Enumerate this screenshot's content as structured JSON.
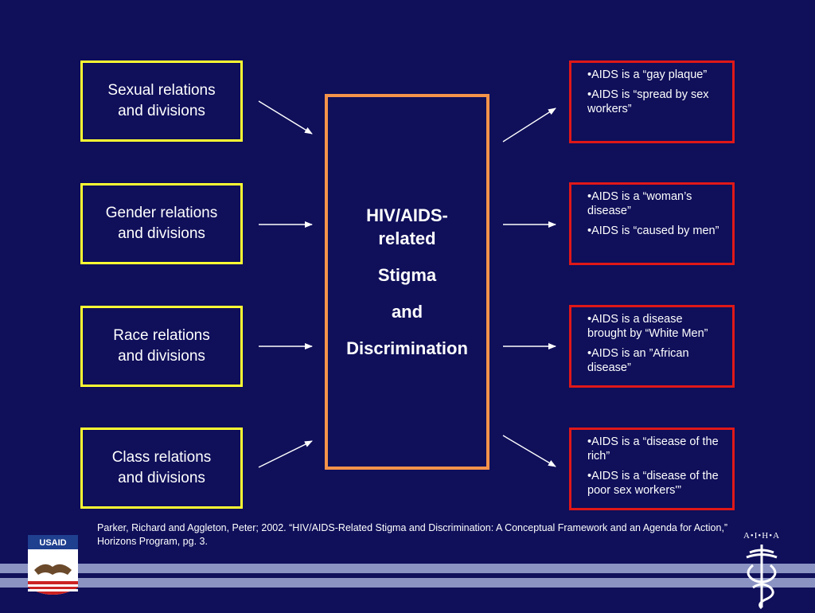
{
  "left_boxes": [
    {
      "line1": "Sexual relations",
      "line2": "and divisions"
    },
    {
      "line1": "Gender relations",
      "line2": "and divisions"
    },
    {
      "line1": "Race relations",
      "line2": "and divisions"
    },
    {
      "line1": "Class relations",
      "line2": "and divisions"
    }
  ],
  "center": {
    "line1": "HIV/AIDS-",
    "line2": "related",
    "line3": "Stigma",
    "line4": "and",
    "line5": "Discrimination"
  },
  "right_boxes": [
    {
      "bullet1": "•AIDS is a “gay plaque”",
      "bullet2": "•AIDS is “spread by sex workers”"
    },
    {
      "bullet1": "•AIDS is a “woman’s disease”",
      "bullet2": "•AIDS is “caused by men”"
    },
    {
      "bullet1": "•AIDS is a disease brought by “White Men”",
      "bullet2": "•AIDS is an ”African disease”"
    },
    {
      "bullet1": "•AIDS is a “disease of the rich”",
      "bullet2": "•AIDS is a “disease of the poor sex workers'”"
    }
  ],
  "citation": "Parker, Richard and Aggleton, Peter; 2002.  “HIV/AIDS-Related Stigma and Discrimination: A Conceptual Framework and an Agenda for Action,” Horizons Program, pg. 3.",
  "logos": {
    "usaid": "USAID",
    "aiha": "A•I•H•A"
  },
  "colors": {
    "background": "#0f0f5a",
    "left_border": "#ffff33",
    "center_border": "#f4934a",
    "right_border": "#e01818",
    "stripe": "#8a93c2"
  }
}
